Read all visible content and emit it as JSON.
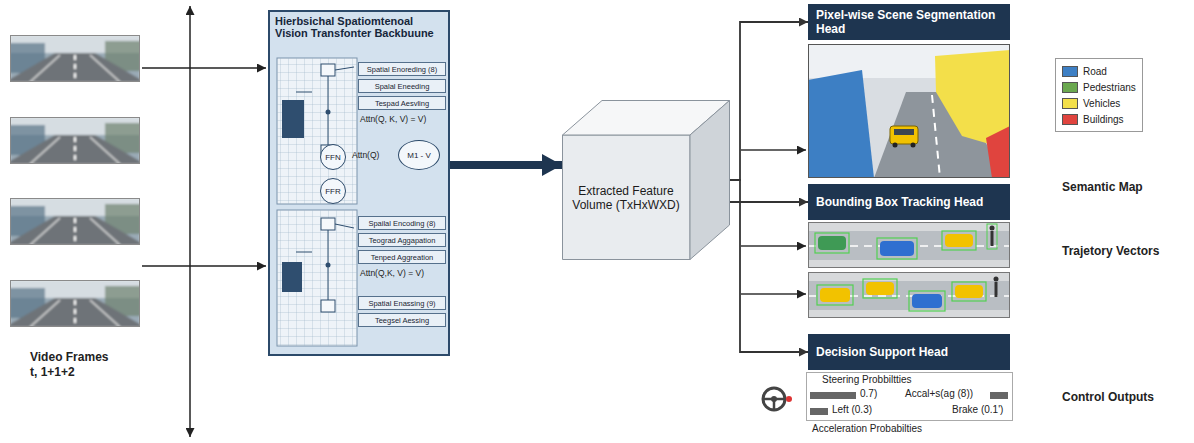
{
  "diagram": {
    "nodes": [
      {
        "text": [
          "Hierbsichal Spatiomtenoal Vision Transfonter Backbuune"
        ]
      },
      {
        "text": [
          "Spatial Enoreding (8)"
        ],
        "in": 0
      },
      {
        "text": [
          "Spalal Eneeding"
        ],
        "in": 0
      },
      {
        "text": [
          "Tespad Aesvling"
        ],
        "in": 0
      },
      {
        "text": [
          "FFN"
        ],
        "in": 0
      },
      {
        "text": [
          "M1 - V"
        ],
        "in": 0
      },
      {
        "text": [
          "FFR"
        ],
        "in": 0
      },
      {
        "text": [
          "Spailal Encoding (8)"
        ],
        "in": 0
      },
      {
        "text": [
          "Teograd Aggapation"
        ],
        "in": 0
      },
      {
        "text": [
          "Tenped Aggreation"
        ],
        "in": 0
      },
      {
        "text": [
          "Spatial Enassing (9)"
        ],
        "in": 0
      },
      {
        "text": [
          "Teegsel Aessing"
        ],
        "in": 0
      },
      {
        "text": [
          "Extracted Feature Volume (TxHxWXD)"
        ]
      },
      {
        "text": [
          "Pixel-wise Scene Segmentation Head"
        ]
      },
      {
        "text": [
          "Bounding Box Tracking Head"
        ]
      },
      {
        "text": [
          "Decision Support Head"
        ]
      }
    ],
    "edges": [
      {
        "from": 0,
        "to": 12,
        "arrow": "to"
      },
      {
        "from": 12,
        "to": 13,
        "arrow": "to"
      },
      {
        "from": 12,
        "to": 14,
        "arrow": "to"
      },
      {
        "from": 12,
        "to": 15,
        "arrow": "to"
      }
    ],
    "labels": [
      "Video Frames t, 1+1+2",
      "Attn(Q, K, V) = V)",
      "Attn(Q)",
      "Attn(Q,K, V) = V)",
      "Semantic Map",
      "Trajetory Vectors",
      "Control Outputs",
      "Steering Probbiltties",
      "0.7)",
      "Accal+s(ag (8))",
      "Left (0.3)",
      "Brake (0.1')",
      "Acceleration Probabilties"
    ],
    "legend": [
      {
        "text": "Road",
        "color": "#3d7fc4"
      },
      {
        "text": "Pedestrians",
        "color": "#6aa84f"
      },
      {
        "text": "Vehicles",
        "color": "#f3df4a"
      },
      {
        "text": "Buildings",
        "color": "#e0443e"
      }
    ]
  }
}
